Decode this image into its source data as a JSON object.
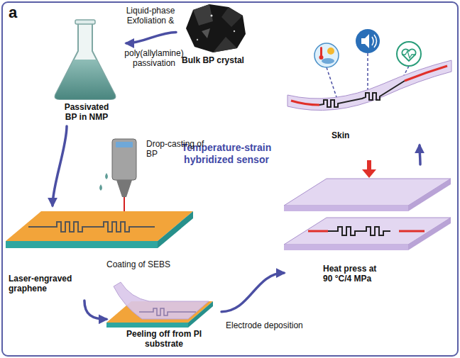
{
  "diagram": {
    "title": "Temperature-strain hybridized sensor",
    "nodes": [
      {
        "text": [
          "Bulk BP crystal"
        ]
      },
      {
        "text": [
          "Passivated BP in NMP"
        ]
      },
      {
        "text": [
          "Laser-engraved graphene"
        ]
      },
      {
        "text": [
          "Peeling off from PI substrate"
        ]
      },
      {
        "text": [
          "Heat press at 90 °C/4 MPa"
        ]
      },
      {
        "text": [
          "Skin"
        ]
      }
    ],
    "edges": [
      {
        "from": 0,
        "to": 1,
        "arrow": "to",
        "label": "Liquid-phase Exfoliation &"
      },
      {
        "from": 1,
        "to": 2,
        "arrow": "to"
      },
      {
        "from": 2,
        "to": 3,
        "arrow": "to",
        "label": "Coating of SEBS"
      },
      {
        "from": 3,
        "to": 4,
        "arrow": "to",
        "label": "Electrode deposition"
      },
      {
        "from": 4,
        "to": 5,
        "arrow": "to"
      }
    ],
    "labels": [
      "a",
      "poly(allylamine) passivation",
      "Drop-casting of BP"
    ]
  }
}
